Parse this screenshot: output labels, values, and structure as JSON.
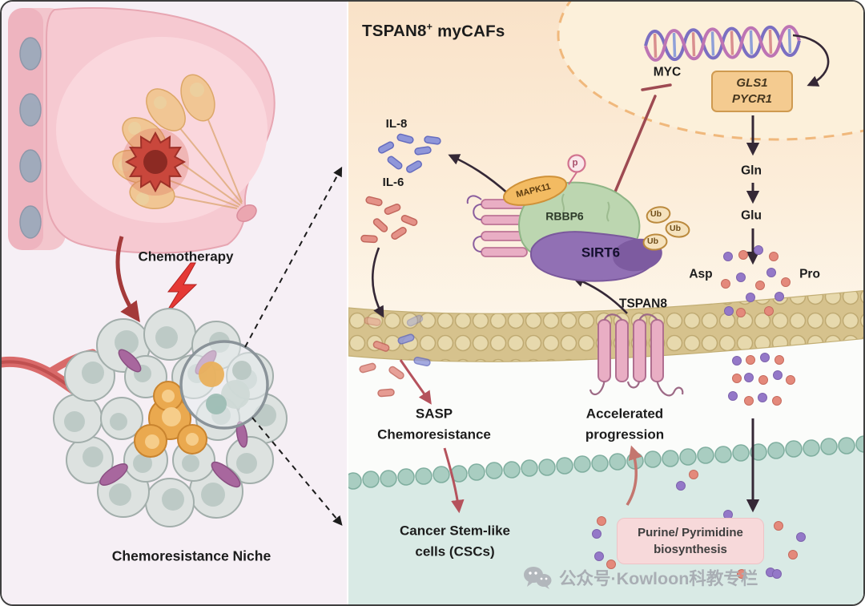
{
  "figure": {
    "left": {
      "chemotherapy": "Chemotherapy",
      "niche": "Chemoresistance Niche"
    },
    "right": {
      "title_gene": "TSPAN8",
      "title_sup": "+",
      "title_suffix": "myCAFs",
      "myc": "MYC",
      "gls1": "GLS1",
      "pycr1": "PYCR1",
      "il8": "IL-8",
      "il6": "IL-6",
      "mapk11": "MAPK11",
      "rbbp6": "RBBP6",
      "sirt6": "SIRT6",
      "phospho": "p",
      "ub": "Ub",
      "tspan8": "TSPAN8",
      "gln": "Gln",
      "glu": "Glu",
      "asp": "Asp",
      "pro": "Pro",
      "sasp1": "SASP",
      "sasp2": "Chemoresistance",
      "accel1": "Accelerated",
      "accel2": "progression",
      "csc1": "Cancer Stem-like",
      "csc2": "cells (CSCs)",
      "purine1": "Purine/ Pyrimidine",
      "purine2": "biosynthesis"
    },
    "watermark": "公众号·Kowloon科教专栏"
  },
  "colors": {
    "peach_cytoplasm": "#f9e2c8",
    "membrane_tan": "#d6c28d",
    "teal_cell": "#d9eae5",
    "sirt6_purple": "#9170b4",
    "rbbp6_green": "#bcd6b0",
    "mapk11_orange": "#f3bb62",
    "gls_box": "#f4cb90",
    "purine_box": "#f7d9da",
    "arrow_dark": "#352836",
    "arrow_red": "#b5525c",
    "il8_blue": "#8f96d9",
    "il6_red": "#e49187",
    "tumor_red": "#c9473c"
  }
}
